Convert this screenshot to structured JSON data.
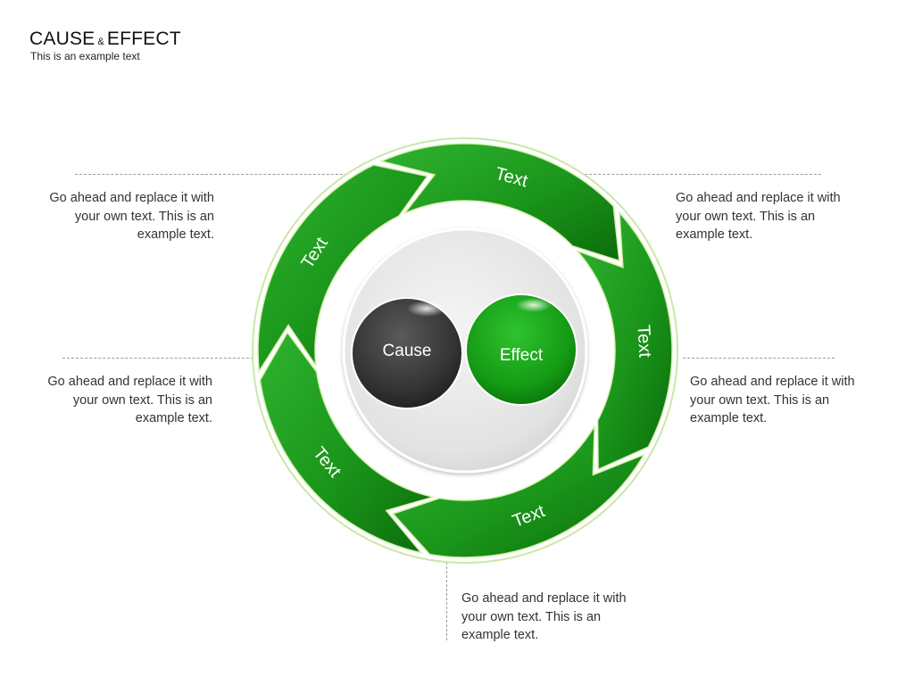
{
  "header": {
    "title_left": "CAUSE",
    "title_amp": "&",
    "title_right": "EFFECT",
    "subtitle": "This is an example text"
  },
  "cycle": {
    "segments": [
      {
        "label": "Text"
      },
      {
        "label": "Text"
      },
      {
        "label": "Text"
      },
      {
        "label": "Text"
      },
      {
        "label": "Text"
      }
    ],
    "center": {
      "cause_label": "Cause",
      "effect_label": "Effect"
    }
  },
  "descriptions": {
    "top_left": "Go ahead and replace it with your own text. This is an example text.",
    "top_right": "Go ahead and replace it with your own text. This is an example text.",
    "middle_left": "Go ahead and replace it with your own text. This is an example text.",
    "middle_right": "Go ahead and replace it with your own text. This is an example text.",
    "bottom": "Go ahead and replace it with your own text. This is an example text."
  },
  "colors": {
    "ring_green": "#1f9a1f",
    "ring_dark_green": "#0a6a0a",
    "cause_ball": "#3a3a3a",
    "effect_ball": "#16a016",
    "hub_gray": "#e6e6e6"
  }
}
